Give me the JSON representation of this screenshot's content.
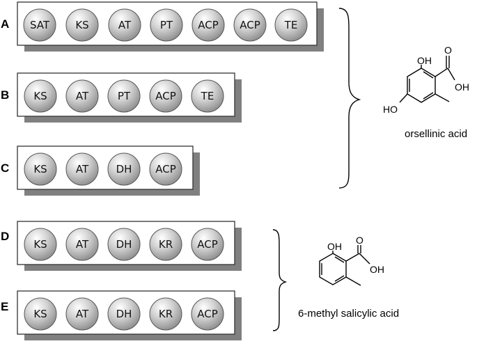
{
  "rows": [
    {
      "label": "A",
      "domains": [
        "SAT",
        "KS",
        "AT",
        "PT",
        "ACP",
        "ACP",
        "TE"
      ]
    },
    {
      "label": "B",
      "domains": [
        "KS",
        "AT",
        "PT",
        "ACP",
        "TE"
      ]
    },
    {
      "label": "C",
      "domains": [
        "KS",
        "AT",
        "DH",
        "ACP"
      ]
    },
    {
      "label": "D",
      "domains": [
        "KS",
        "AT",
        "DH",
        "KR",
        "ACP"
      ]
    },
    {
      "label": "E",
      "domains": [
        "KS",
        "AT",
        "DH",
        "KR",
        "ACP"
      ]
    }
  ],
  "products": [
    {
      "name": "orsellinic acid",
      "rows": [
        "A",
        "B",
        "C"
      ],
      "atoms": {
        "oh_top": "OH",
        "o_carbonyl": "O",
        "oh_acid": "OH",
        "ho_left": "HO"
      }
    },
    {
      "name": "6-methyl salicylic acid",
      "rows": [
        "D",
        "E"
      ],
      "atoms": {
        "oh_top": "OH",
        "o_carbonyl": "O",
        "oh_acid": "OH"
      }
    }
  ],
  "colors": {
    "module_border": "#333333",
    "shadow": "#808080",
    "domain_light": "#f5f5f5",
    "domain_dark": "#8e8e8e"
  }
}
